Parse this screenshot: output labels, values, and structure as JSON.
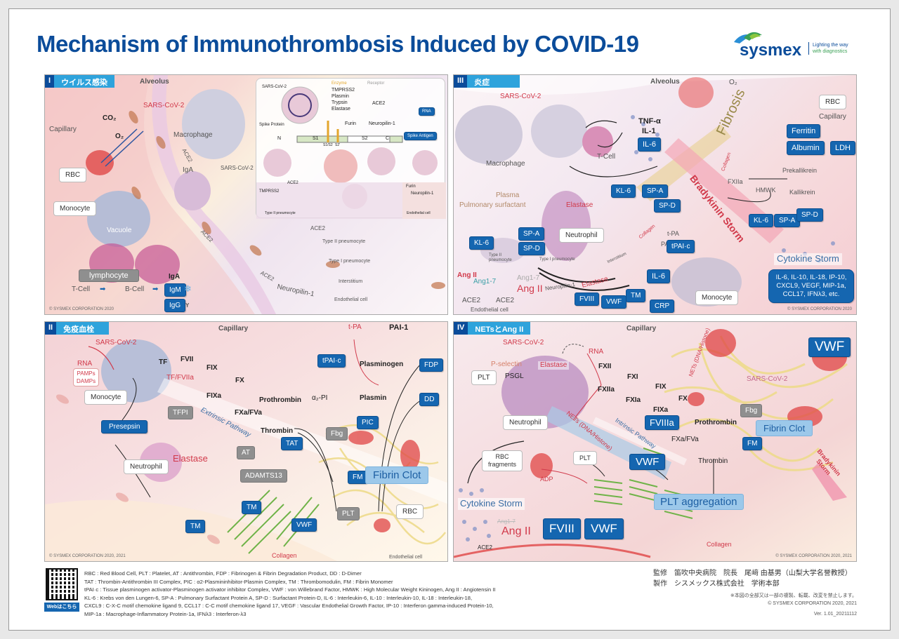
{
  "title": "Mechanism of Immunothrombosis Induced by COVID-19",
  "logo": {
    "name": "sysmex",
    "tagline_1": "Lighting the way",
    "tagline_2": "with diagnostics"
  },
  "colors": {
    "title_blue": "#0b4c9a",
    "box_blue": "#1566b0",
    "tag_cyan": "#2ea3dc",
    "text_red": "#d1394a",
    "box_grey": "#8f8f8f"
  },
  "panel1": {
    "num": "I",
    "label": "ウイルス感染",
    "alveolus": "Alveolus",
    "capillary": "Capillary",
    "sars": "SARS-CoV-2",
    "sars2": "SARS-CoV-2",
    "co2": "CO₂",
    "o2": "O₂",
    "rbc": "RBC",
    "macrophage": "Macrophage",
    "iga": "IgA",
    "iga2": "IgA",
    "ace2": "ACE2",
    "monocyte": "Monocyte",
    "vacuole": "Vacuole",
    "lymphocyte": "lymphocyte",
    "tcell": "T-Cell",
    "bcell": "B-Cell",
    "igm": "IgM",
    "igg": "IgG",
    "y": "Y",
    "type2": "Type II pneumocyte",
    "type1": "Type I pneumocyte",
    "interstitium": "Interstitium",
    "endothelial": "Endothelial cell",
    "neuropilin": "Neuropilin-1",
    "copyright": "© SYSMEX CORPORATION 2020",
    "inset": {
      "sars": "SARS-CoV-2",
      "enzyme": "Enzyme",
      "receptor": "Receptor",
      "enzymes": [
        "TMPRSS2",
        "Plasmin",
        "Trypsin",
        "Elastase"
      ],
      "ace2": "ACE2",
      "furin": "Furin",
      "neuropilin": "Neuropilin-1",
      "rna": "RNA",
      "spike_protein": "Spike Protein",
      "spike_antigen": "Spike Antigen",
      "n": "N",
      "s1": "S1",
      "s2": "S2",
      "c": "C",
      "s1s2": "S1/S2",
      "s2p": "S2'",
      "ace2b": "ACE2",
      "tmprss2": "TMPRSS2",
      "furin2": "Furin",
      "neuropilin2": "Neuropilin-1",
      "type2": "Type II pneumocyte",
      "endothelial": "Endothelial cell"
    }
  },
  "panel3": {
    "num": "III",
    "label": "炎症",
    "alveolus": "Alveolus",
    "o2": "O₂",
    "rbc": "RBC",
    "capillary": "Capillary",
    "sars": "SARS-CoV-2",
    "tnf": "TNF-α",
    "il1": "IL-1",
    "il6a": "IL-6",
    "tcell": "T-Cell",
    "macrophage": "Macrophage",
    "fibrosis": "Fibrosis",
    "collagen": "Collagen",
    "collagen2": "Collagen",
    "ferritin": "Ferritin",
    "albumin": "Albumin",
    "ldh": "LDH",
    "prekallikrein": "Prekallikrein",
    "fxiia": "FXIIa",
    "hmwk": "HMWK",
    "kallikrein": "Kallikrein",
    "plasma": "Plasma",
    "surfactant": "Pulmonary surfactant",
    "elastase": "Elastase",
    "kl6a": "KL-6",
    "spa_a": "SP-A",
    "spd_a": "SP-D",
    "bradykinin": "Bradykinin Storm",
    "neutrophil": "Neutrophil",
    "interstitium": "Interstitium",
    "kl6b": "KL-6",
    "spa_b": "SP-A",
    "spd_b": "SP-D",
    "kl6c": "KL-6",
    "spa_c": "SP-A",
    "spd_c": "SP-D",
    "type2": "Type II pneumocyte",
    "type1": "Type I pneumocyte",
    "tpa": "t-PA",
    "pai1": "PAI-1",
    "tpaic": "tPAI·c",
    "il6b": "IL-6",
    "crp": "CRP",
    "monocyte": "Monocyte",
    "cytokine_storm": "Cytokine Storm",
    "cytokines": "IL-6, IL-10, IL-18, IP-10, CXCL9, VEGF, MIP-1a, CCL17, IFNλ3, etc.",
    "ang2a": "Ang II",
    "ang17a": "Ang1-7",
    "ang17b": "Ang1-7",
    "ang2b": "Ang II",
    "ace2a": "ACE2",
    "ace2b": "ACE2",
    "endothelial": "Endothelial cell",
    "neuropilin": "Neuropilin-1",
    "elastase2": "Elastase",
    "fviii": "FVIII",
    "vwf": "VWF",
    "tm": "TM",
    "copyright": "© SYSMEX CORPORATION 2020"
  },
  "panel2": {
    "num": "II",
    "label": "免疫血栓",
    "capillary": "Capillary",
    "sars": "SARS-CoV-2",
    "rna": "RNA",
    "pamps": "PAMPs",
    "damps": "DAMPs",
    "tf": "TF",
    "fvii": "FVII",
    "tffviia": "TF/FVIIa",
    "fix": "FIX",
    "fixa": "FIXa",
    "fx": "FX",
    "fxafva": "FXa/FVa",
    "prothrombin": "Prothrombin",
    "thrombin": "Thrombin",
    "tat": "TAT",
    "monocyte": "Monocyte",
    "presepsin": "Presepsin",
    "tfpi": "TFPI",
    "extrinsic": "Extrinsic Pathway",
    "at": "AT",
    "elastase": "Elastase",
    "neutrophil": "Neutrophil",
    "adamts13": "ADAMTS13",
    "tm1": "TM",
    "tm2": "TM",
    "vwf": "VWF",
    "collagen": "Collagen",
    "tpa": "t-PA",
    "pai1": "PAI-1",
    "tpaic": "tPAI·c",
    "plasminogen": "Plasminogen",
    "a2pi": "α₂-PI",
    "plasmin": "Plasmin",
    "pic": "PIC",
    "fdp": "FDP",
    "dd": "DD",
    "fbg": "Fbg",
    "fm": "FM",
    "fibrin_clot": "Fibrin Clot",
    "plt": "PLT",
    "rbc": "RBC",
    "endothelial": "Endothelial cell",
    "copyright": "© SYSMEX CORPORATION 2020, 2021"
  },
  "panel4": {
    "num": "IV",
    "label": "NETsとAng II",
    "capillary": "Capillary",
    "sars": "SARS-CoV-2",
    "rna": "RNA",
    "pselectin": "P-selectin",
    "elastase": "Elastase",
    "plt": "PLT",
    "psgl": "PSGL",
    "neutrophil": "Neutrophil",
    "fxii": "FXII",
    "fxiia": "FXIIa",
    "fxi": "FXI",
    "fxia": "FXIa",
    "fix": "FIX",
    "fixa": "FIXa",
    "fx": "FX",
    "fviiia": "FVIIIa",
    "prothrombin": "Prothrombin",
    "fxafva": "FXa/FVa",
    "thrombin": "Thrombin",
    "nets1": "NETs (DNA/Histone)",
    "nets2": "NETs (DNA/Histone)",
    "intrinsic": "Intrinsic Pathway",
    "vwf_top": "VWF",
    "vwf_mid": "VWF",
    "sars2": "SARS-CoV-2",
    "fbg": "Fbg",
    "fibrin_clot": "Fibrin Clot",
    "fm": "FM",
    "rbc_frag": "RBC fragments",
    "plt2": "PLT",
    "adp": "ADP",
    "plt_agg": "PLT aggregation",
    "bradykinin": "Bradykinin Storm",
    "cytokine_storm": "Cytokine Storm",
    "ang17": "Ang1-7",
    "ang2": "Ang II",
    "ace2": "ACE2",
    "fviii": "FVIII",
    "vwf_bot": "VWF",
    "collagen": "Collagen",
    "copyright": "© SYSMEX CORPORATION 2020, 2021"
  },
  "footer": {
    "qr_button": "Webはこちら",
    "legend": [
      "RBC : Red Blood Cell, PLT : Platelet, AT : Antithrombin, FDP : Fibrinogen & Fibrin Degradation Product, DD : D-Dimer",
      "TAT : Thrombin-Antithrombin III Complex, PIC : α2-Plasmininhibitor-Plasmin Complex, TM : Thrombomodulin, FM : Fibrin Monomer",
      "tPAI·c : Tissue plasminogen activator-Plasminogen activator inhibitor Complex, VWF : von Willebrand Factor, HMWK : High Molecular Weight Kininogen, Ang II : Angiotensin II",
      "KL-6 : Krebs von den Lungen-6, SP-A : Pulmonary Surfactant Protein A, SP-D : Surfactant Protein-D, IL-6 : Interleukin-6, IL-10 : Interleukin-10, IL-18 : Interleukin-18,",
      "CXCL9 : C-X-C motif chemokine ligand 9, CCL17 : C-C motif chemokine ligand 17, VEGF : Vascular Endothelial Growth Factor, IP-10 : Interferon gamma-induced Protein-10,",
      "MIP-1a : Macrophage-Inflammatory Protein-1a, IFNλ3 : Interferon-λ3"
    ],
    "supervisor": "監修　笛吹中央病院　院長　尾﨑 由基男（山梨大学名誉教授）",
    "producer": "製作　シスメックス株式会社　学術本部",
    "notice": "※本図の全部又は一部の複製、転載、改変を禁止します。",
    "copyright": "© SYSMEX CORPORATION 2020, 2021",
    "version": "Ver. 1.01_20211112"
  }
}
